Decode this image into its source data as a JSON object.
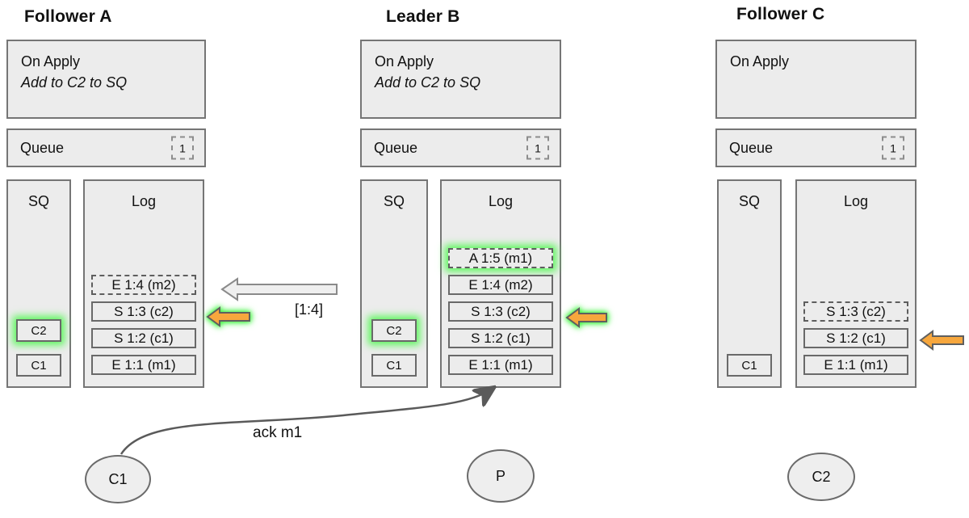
{
  "nodes": [
    {
      "title": "Follower A",
      "on_apply": {
        "title": "On Apply",
        "rule": "Add to C2 to SQ"
      },
      "queue": {
        "label": "Queue",
        "count": "1"
      },
      "sq": {
        "label": "SQ",
        "items": [
          {
            "label": "C2"
          },
          {
            "label": "C1"
          }
        ]
      },
      "log": {
        "label": "Log",
        "entries": [
          {
            "text": "E 1:4 (m2)"
          },
          {
            "text": "S 1:3 (c2)"
          },
          {
            "text": "S 1:2 (c1)"
          },
          {
            "text": "E 1:1 (m1)"
          }
        ]
      }
    },
    {
      "title": "Leader B",
      "on_apply": {
        "title": "On Apply",
        "rule": "Add to C2 to SQ"
      },
      "queue": {
        "label": "Queue",
        "count": "1"
      },
      "sq": {
        "label": "SQ",
        "items": [
          {
            "label": "C2"
          },
          {
            "label": "C1"
          }
        ]
      },
      "log": {
        "label": "Log",
        "entries": [
          {
            "text": "A 1:5 (m1)"
          },
          {
            "text": "E 1:4 (m2)"
          },
          {
            "text": "S 1:3 (c2)"
          },
          {
            "text": "S 1:2 (c1)"
          },
          {
            "text": "E 1:1 (m1)"
          }
        ]
      }
    },
    {
      "title": "Follower C",
      "on_apply": {
        "title": "On Apply"
      },
      "queue": {
        "label": "Queue",
        "count": "1"
      },
      "sq": {
        "label": "SQ",
        "items": [
          {
            "label": "C1"
          }
        ]
      },
      "log": {
        "label": "Log",
        "entries": [
          {
            "text": "S 1:3 (c2)"
          },
          {
            "text": "S 1:2 (c1)"
          },
          {
            "text": "E 1:1 (m1)"
          }
        ]
      }
    }
  ],
  "annotations": {
    "replicate_range": "[1:4]",
    "ack": "ack m1"
  },
  "actors": [
    {
      "label": "C1"
    },
    {
      "label": "P"
    },
    {
      "label": "C2"
    }
  ],
  "colors": {
    "box_fill": "#ececec",
    "box_border": "#757575",
    "arrow_orange": "#f7a73d",
    "glow_green": "#5cf75c",
    "arrow_white": "#efefef"
  }
}
